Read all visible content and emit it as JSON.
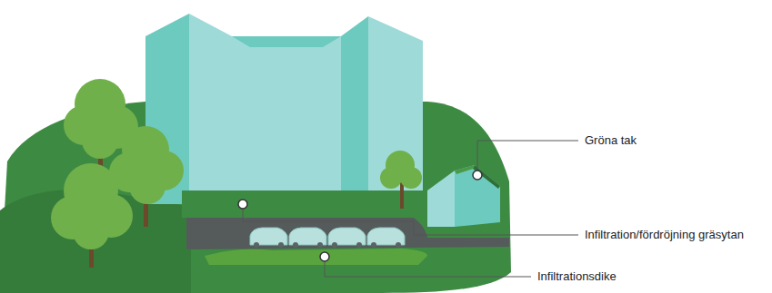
{
  "diagram": {
    "labels": [
      "Gröna tak",
      "Infiltration/fördröjning gräsytan",
      "Infiltrationsdike"
    ]
  }
}
